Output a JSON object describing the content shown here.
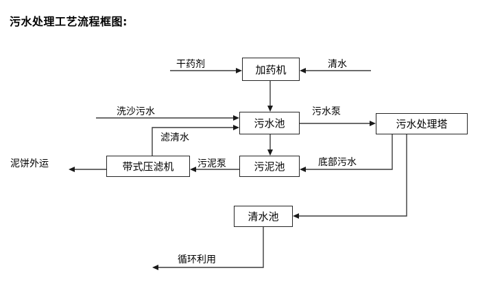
{
  "title": "污水处理工艺流程框图:",
  "diagram": {
    "nodes": [
      {
        "id": "dosing-machine",
        "label": "加药机"
      },
      {
        "id": "sewage-pool",
        "label": "污水池"
      },
      {
        "id": "treatment-tower",
        "label": "污水处理塔"
      },
      {
        "id": "sludge-pool",
        "label": "污泥池"
      },
      {
        "id": "belt-filter-press",
        "label": "带式压滤机"
      },
      {
        "id": "clean-water-pool",
        "label": "清水池"
      }
    ],
    "edge_labels": [
      {
        "id": "dry-reagent",
        "label": "干药剂"
      },
      {
        "id": "clean-water-in",
        "label": "清水"
      },
      {
        "id": "sand-wash-sewage",
        "label": "洗沙污水"
      },
      {
        "id": "filtered-water",
        "label": "滤清水"
      },
      {
        "id": "sewage-pump",
        "label": "污水泵"
      },
      {
        "id": "sludge-pump",
        "label": "污泥泵"
      },
      {
        "id": "bottom-sewage",
        "label": "底部污水"
      },
      {
        "id": "mud-cake-out",
        "label": "泥饼外运"
      },
      {
        "id": "recycle-use",
        "label": "循环利用"
      }
    ]
  },
  "colors": {
    "line": "#3a3a3a",
    "box_border": "#222222",
    "text": "#000000",
    "background": "#ffffff"
  }
}
